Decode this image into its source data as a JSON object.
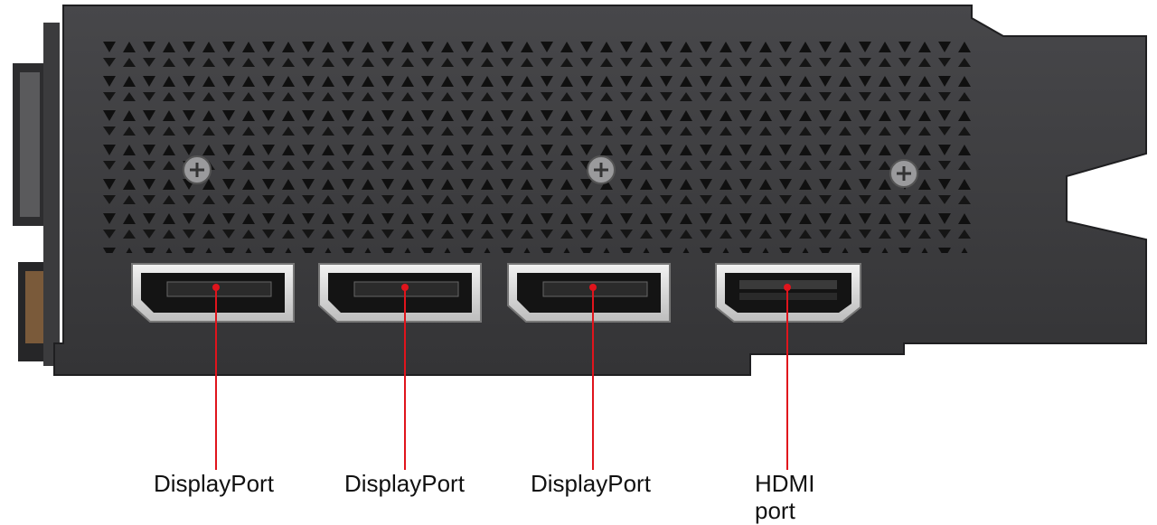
{
  "colors": {
    "bracket": "#3a3a3c",
    "bracket_edge": "#2a2a2c",
    "vent_hole": "#111111",
    "port_frame": "#e8e8e8",
    "port_inner": "#141414",
    "callout": "#e0141c",
    "label_text": "#111111"
  },
  "icons": {
    "screw": "screw-icon",
    "displayport": "displayport-connector-icon",
    "hdmi": "hdmi-connector-icon"
  },
  "ports": [
    {
      "type": "displayport",
      "label_line1": "DisplayPort",
      "label_line2": ""
    },
    {
      "type": "displayport",
      "label_line1": "DisplayPort",
      "label_line2": ""
    },
    {
      "type": "displayport",
      "label_line1": "DisplayPort",
      "label_line2": ""
    },
    {
      "type": "hdmi",
      "label_line1": "HDMI",
      "label_line2": "port"
    }
  ]
}
